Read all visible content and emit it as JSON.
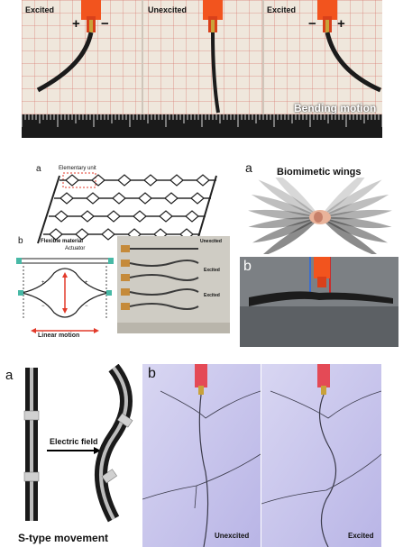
{
  "top_panel": {
    "frames": [
      {
        "label": "Excited",
        "sign_left": "+",
        "sign_right": "−"
      },
      {
        "label": "Unexcited"
      },
      {
        "label": "Excited",
        "sign_left": "−",
        "sign_right": "+"
      }
    ],
    "caption": "Bending motion"
  },
  "middle_left": {
    "label_a": "a",
    "elementary_unit": "Elementary unit",
    "label_b": "b",
    "flexible_material": "Flexible material",
    "actuator": "Actuator",
    "linear_motion": "Linear motion",
    "photo_labels": [
      "Unexcited",
      "Excited",
      "Excited"
    ]
  },
  "middle_right": {
    "label_a": "a",
    "title": "Biomimetic wings",
    "label_b": "b"
  },
  "bottom": {
    "label_a": "a",
    "electric_field": "Electric field",
    "s_type": "S-type movement",
    "label_b": "b",
    "photo_labels": [
      "Unexcited",
      "Excited"
    ]
  },
  "colors": {
    "accent_red": "#e23a2a",
    "electrode_orange": "#f2541e"
  }
}
